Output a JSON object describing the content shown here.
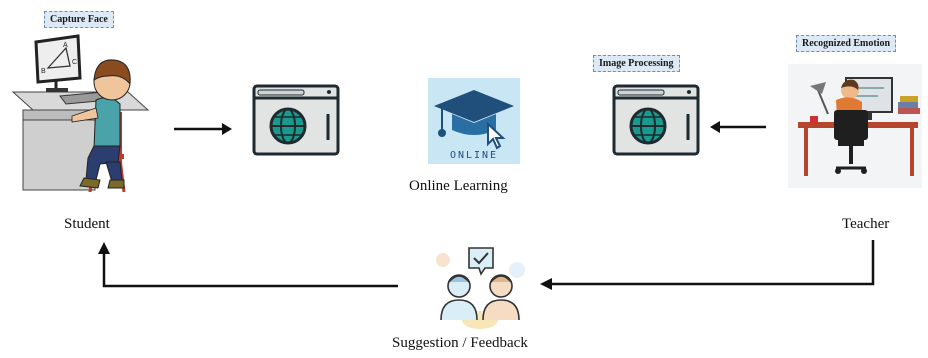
{
  "tags": {
    "capture_face": "Capture Face",
    "image_processing": "Image Processing",
    "recognized_emotion": "Recognized Emotion"
  },
  "nodes": {
    "student": "Student",
    "online_learning": "Online Learning",
    "teacher": "Teacher",
    "suggestion_feedback": "Suggestion / Feedback"
  },
  "online_badge": {
    "text": "ONLINE"
  },
  "student_screen_letters": {
    "a": "A",
    "b": "B",
    "c": "C"
  },
  "colors": {
    "browser_frame": "#1e2a2f",
    "browser_fill": "#e2e4e4",
    "globe": "#1a9a8c",
    "online_bg": "#c9e6f5",
    "cap": "#1f4f7a",
    "arrow": "#111111"
  }
}
